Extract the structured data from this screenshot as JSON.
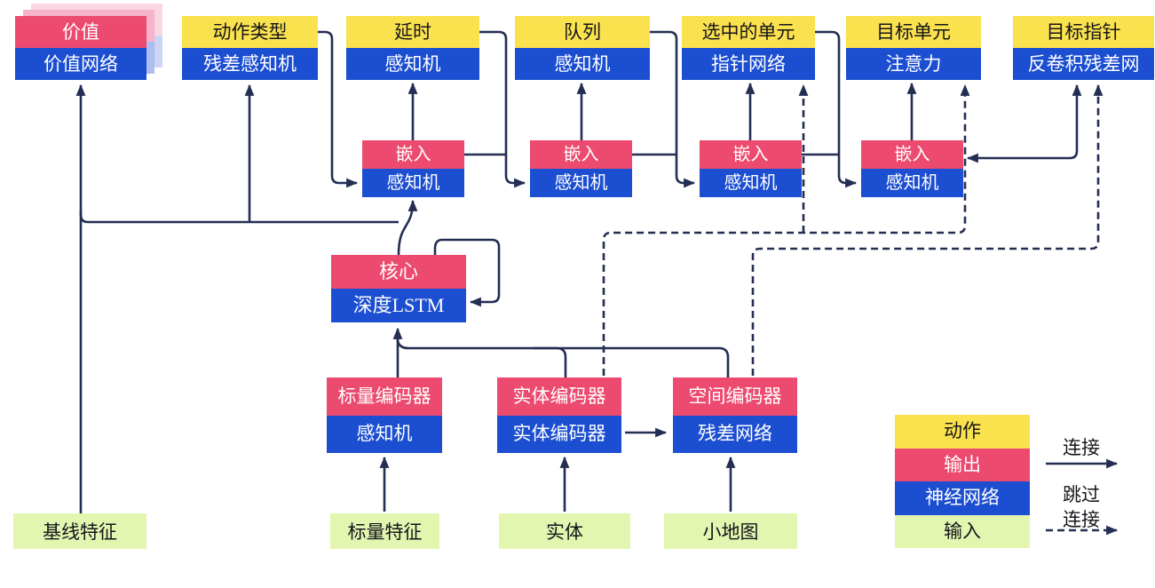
{
  "colors": {
    "action_yellow": "#fae14e",
    "output_red": "#ec4a6e",
    "network_blue": "#1b4ed0",
    "input_green": "#e3f6b0",
    "line_navy": "#232e52",
    "ghost_pink": "#f6b3cc",
    "ghost_blue": "#aebdf0"
  },
  "nodes": {
    "value": {
      "top": "价值",
      "bottom": "价值网络"
    },
    "action_type": {
      "top": "动作类型",
      "bottom": "残差感知机"
    },
    "delay": {
      "top": "延时",
      "bottom": "感知机"
    },
    "queue": {
      "top": "队列",
      "bottom": "感知机"
    },
    "selected_units": {
      "top": "选中的单元",
      "bottom": "指针网络"
    },
    "target_unit": {
      "top": "目标单元",
      "bottom": "注意力"
    },
    "target_point": {
      "top": "目标指针",
      "bottom": "反卷积残差网"
    },
    "core": {
      "top": "核心",
      "bottom": "深度LSTM"
    },
    "scalar_encoder": {
      "top": "标量编码器",
      "bottom": "感知机"
    },
    "entity_encoder": {
      "top": "实体编码器",
      "bottom": "实体编码器"
    },
    "spatial_encoder": {
      "top": "空间编码器",
      "bottom": "残差网络"
    }
  },
  "embeds": [
    {
      "top": "嵌入",
      "bottom": "感知机"
    },
    {
      "top": "嵌入",
      "bottom": "感知机"
    },
    {
      "top": "嵌入",
      "bottom": "感知机"
    },
    {
      "top": "嵌入",
      "bottom": "感知机"
    }
  ],
  "inputs": {
    "baseline": "基线特征",
    "scalar": "标量特征",
    "entity": "实体",
    "minimap": "小地图"
  },
  "legend": {
    "rows": [
      {
        "label": "动作"
      },
      {
        "label": "输出"
      },
      {
        "label": "神经网络"
      },
      {
        "label": "输入"
      }
    ],
    "connection": "连接",
    "skip_line1": "跳过",
    "skip_line2": "连接"
  }
}
